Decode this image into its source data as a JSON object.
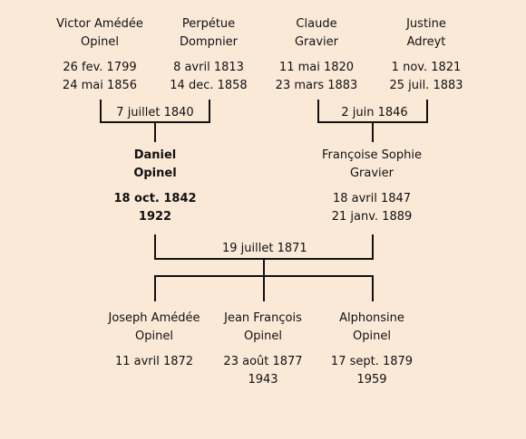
{
  "background_color": "#fbe9d8",
  "line_color": "#111111",
  "generation1": [
    {
      "first": "Victor Amédée",
      "last": "Opinel",
      "birth": "26 fev. 1799",
      "death": "24 mai 1856"
    },
    {
      "first": "Perpétue",
      "last": "Dompnier",
      "birth": "8 avril 1813",
      "death": "14 dec. 1858"
    },
    {
      "first": "Claude",
      "last": "Gravier",
      "birth": "11 mai 1820",
      "death": "23 mars 1883"
    },
    {
      "first": "Justine",
      "last": "Adreyt",
      "birth": "1 nov. 1821",
      "death": "25 juil. 1883"
    }
  ],
  "marriages_generation1": [
    {
      "date": "7 juillet 1840"
    },
    {
      "date": "2 juin 1846"
    }
  ],
  "generation2": [
    {
      "first": "Daniel",
      "last": "Opinel",
      "birth": "18 oct. 1842",
      "death": "1922",
      "highlighted": true
    },
    {
      "first": "Françoise Sophie",
      "last": "Gravier",
      "birth": "18 avril 1847",
      "death": "21 janv. 1889"
    }
  ],
  "marriage_generation2": {
    "date": "19 juillet 1871"
  },
  "generation3": [
    {
      "first": "Joseph Amédée",
      "last": "Opinel",
      "birth": "11 avril 1872",
      "death": ""
    },
    {
      "first": "Jean François",
      "last": "Opinel",
      "birth": "23 août 1877",
      "death": "1943"
    },
    {
      "first": "Alphonsine",
      "last": "Opinel",
      "birth": "17 sept. 1879",
      "death": "1959"
    }
  ]
}
